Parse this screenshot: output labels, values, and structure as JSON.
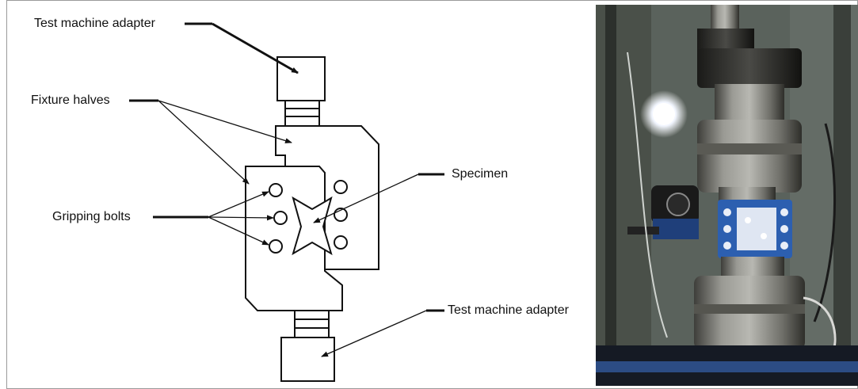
{
  "labels": {
    "adapter_top": "Test machine adapter",
    "fixture_halves": "Fixture halves",
    "gripping_bolts": "Gripping bolts",
    "specimen": "Specimen",
    "adapter_bottom": "Test machine adapter"
  },
  "colors": {
    "line": "#111111",
    "photo_background": "#5a625c",
    "steel": "#8e8e88",
    "clamp_blue": "#2c5fb0"
  }
}
